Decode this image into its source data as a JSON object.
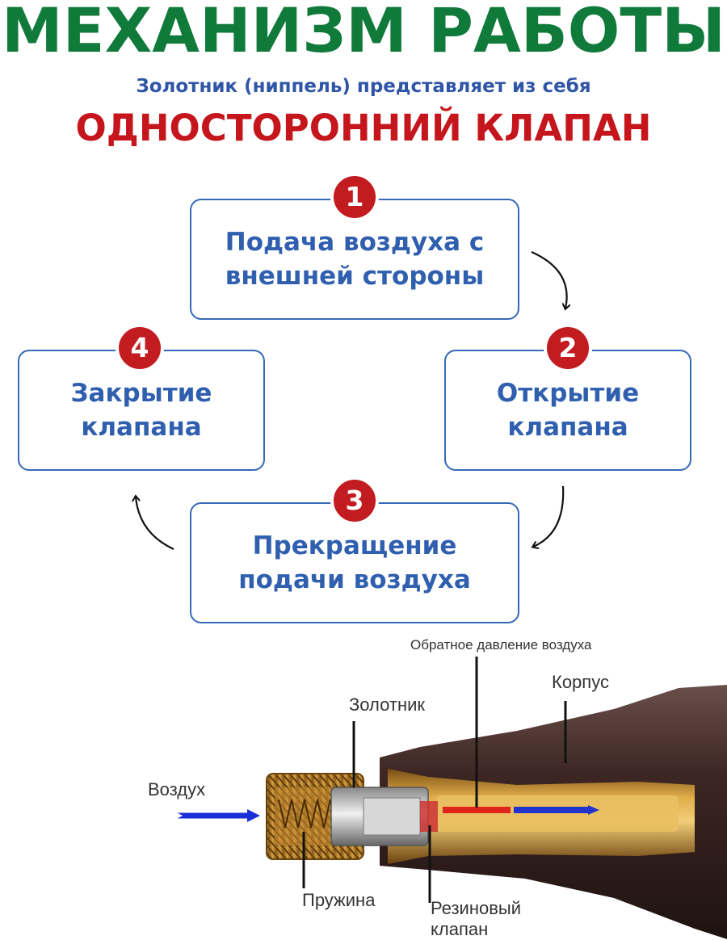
{
  "header": {
    "title": "МЕХАНИЗМ РАБОТЫ",
    "subtitle": "Золотник (ниппель) представляет из себя",
    "highlight": "ОДНОСТОРОННИЙ КЛАПАН"
  },
  "cycle": {
    "steps": [
      {
        "number": "1",
        "label": "Подача воздуха с\nвнешней стороны"
      },
      {
        "number": "2",
        "label": "Открытие\nклапана"
      },
      {
        "number": "3",
        "label": "Прекращение\nподачи воздуха"
      },
      {
        "number": "4",
        "label": "Закрытие\nклапана"
      }
    ]
  },
  "valve": {
    "labels": {
      "back_pressure": "Обратное давление воздуха",
      "body": "Корпус",
      "core": "Золотник",
      "air": "Воздух",
      "spring": "Пружина",
      "rubber_valve": "Резиновый\nклапан"
    },
    "colors": {
      "air_arrow": "#1a2fd6",
      "pressure_red": "#e0231b",
      "pressure_blue": "#2233cc",
      "brass": "#c9922a",
      "rubber": "#3a2522"
    }
  }
}
